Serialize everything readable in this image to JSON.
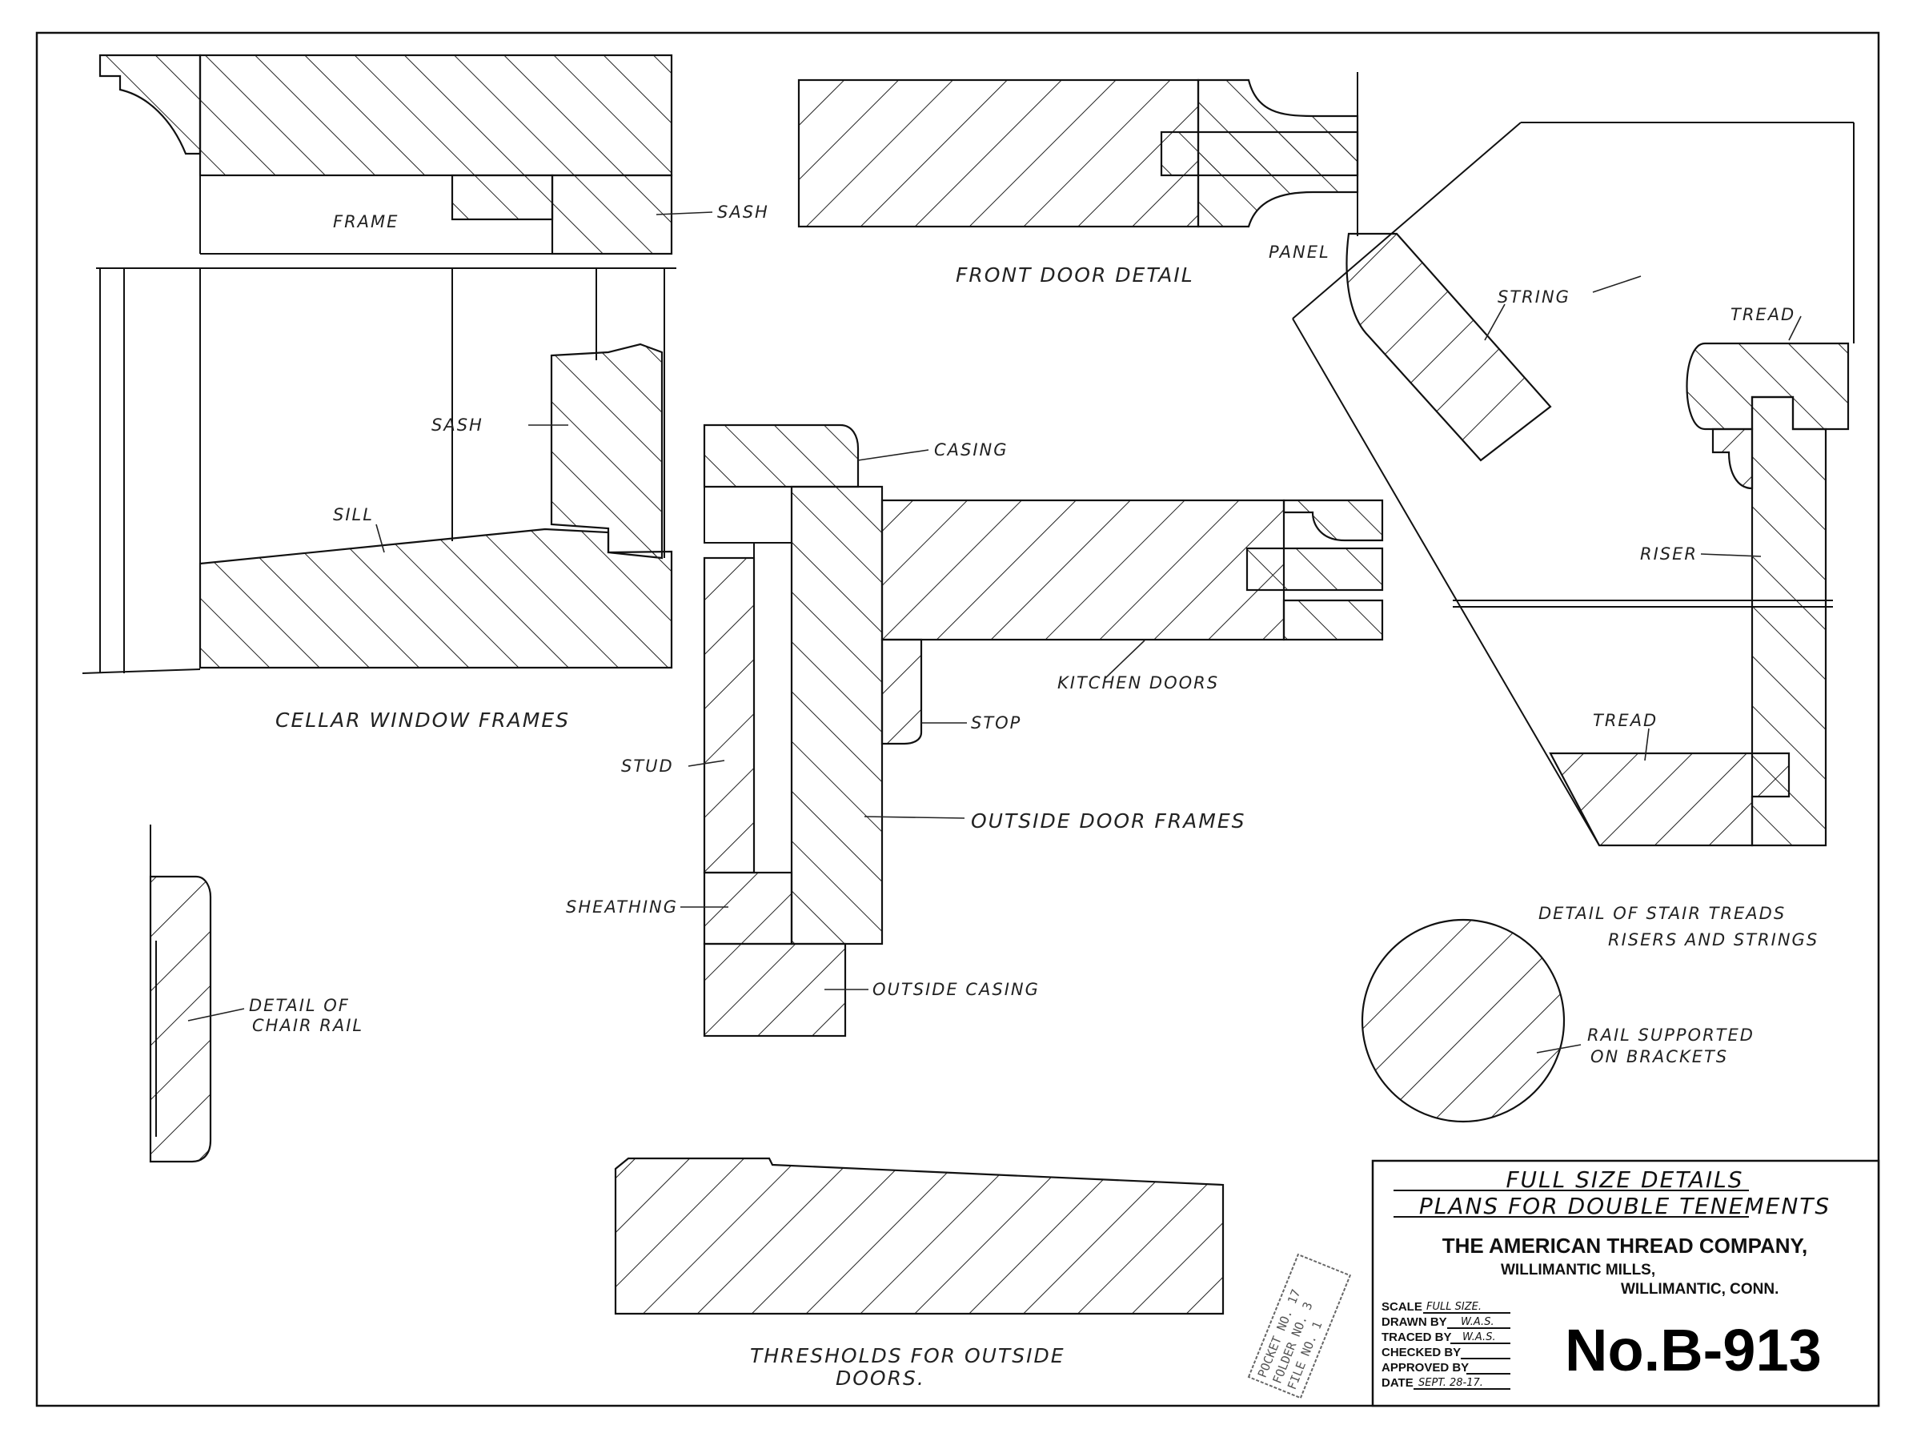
{
  "labels": {
    "frame": "FRAME",
    "sash_top": "SASH",
    "front_door_detail": "FRONT DOOR DETAIL",
    "panel": "PANEL",
    "string": "STRING",
    "tread_top": "TREAD",
    "sash": "SASH",
    "casing": "CASING",
    "sill": "SILL",
    "cellar_window_frames": "CELLAR WINDOW FRAMES",
    "kitchen_doors": "KITCHEN DOORS",
    "stop": "STOP",
    "stud": "STUD",
    "outside_door_frames": "OUTSIDE DOOR FRAMES",
    "sheathing": "SHEATHING",
    "outside_casing": "OUTSIDE CASING",
    "riser": "RISER",
    "tread_bottom": "TREAD",
    "stair_detail_1": "DETAIL OF STAIR TREADS",
    "stair_detail_2": "RISERS AND STRINGS",
    "rail_1": "RAIL SUPPORTED",
    "rail_2": "ON BRACKETS",
    "chair_rail_1": "DETAIL OF",
    "chair_rail_2": "CHAIR RAIL",
    "thresholds_1": "THRESHOLDS FOR OUTSIDE",
    "thresholds_2": "DOORS."
  },
  "title_block": {
    "title_1": "FULL SIZE DETAILS",
    "title_2": "PLANS FOR DOUBLE TENEMENTS",
    "company": "THE AMERICAN THREAD COMPANY,",
    "mills": "WILLIMANTIC MILLS,",
    "location": "WILLIMANTIC, CONN.",
    "fields": [
      {
        "label": "SCALE",
        "value": "FULL SIZE."
      },
      {
        "label": "DRAWN BY",
        "value": "W.A.S."
      },
      {
        "label": "TRACED BY",
        "value": "W.A.S."
      },
      {
        "label": "CHECKED BY",
        "value": ""
      },
      {
        "label": "APPROVED BY",
        "value": ""
      },
      {
        "label": "DATE",
        "value": "SEPT. 28-17."
      }
    ],
    "drawing_number": "No.B-913"
  },
  "stamp": {
    "pocket": "POCKET NO. 17",
    "folder": "FOLDER NO. 3",
    "file": "FILE NO. 1"
  }
}
